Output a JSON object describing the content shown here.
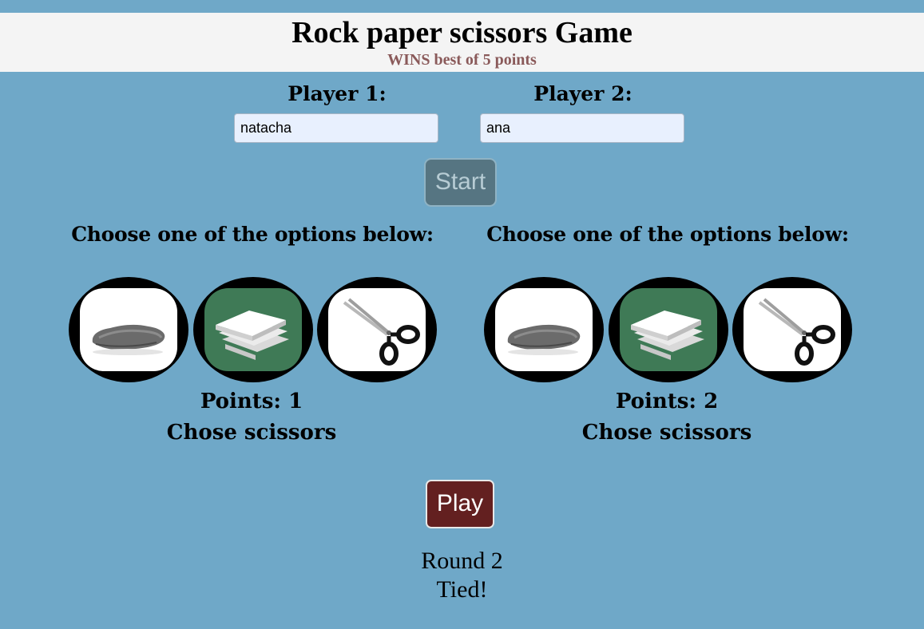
{
  "header": {
    "title": "Rock paper scissors Game",
    "subtitle": "WINS best of 5 points"
  },
  "players": [
    {
      "label": "Player 1:",
      "name_value": "natacha",
      "choose_label": "Choose one of the options below:",
      "options": [
        {
          "name": "rock",
          "icon": "rock-icon"
        },
        {
          "name": "paper",
          "icon": "paper-icon"
        },
        {
          "name": "scissors",
          "icon": "scissors-icon"
        }
      ],
      "points": "Points: 1",
      "chose": "Chose scissors"
    },
    {
      "label": "Player 2:",
      "name_value": "ana",
      "choose_label": "Choose one of the options below:",
      "options": [
        {
          "name": "rock",
          "icon": "rock-icon"
        },
        {
          "name": "paper",
          "icon": "paper-icon"
        },
        {
          "name": "scissors",
          "icon": "scissors-icon"
        }
      ],
      "points": "Points: 2",
      "chose": "Chose scissors"
    }
  ],
  "controls": {
    "start_label": "Start",
    "play_label": "Play"
  },
  "status": {
    "round": "Round 2",
    "result": "Tied!"
  },
  "colors": {
    "background": "#6fa8c8",
    "play_button": "#632020",
    "start_button": "#567582"
  }
}
